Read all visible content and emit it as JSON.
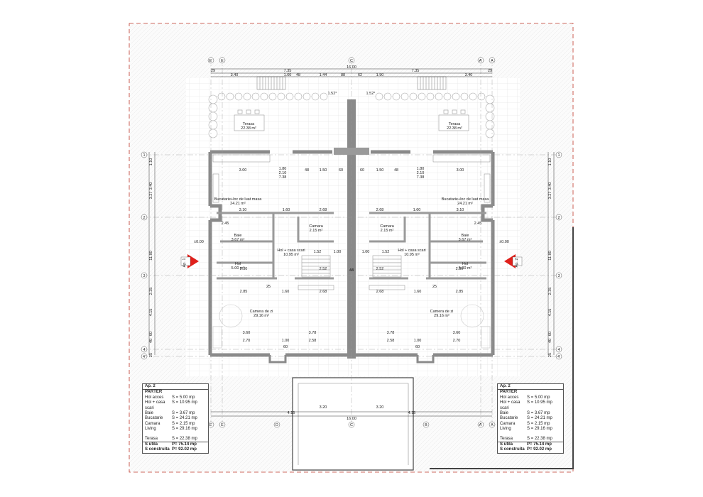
{
  "overall_width_top": "16.00",
  "overall_width_bottom": "16.00",
  "top_dims": [
    "3.40",
    "7.35",
    "1.60",
    "48",
    "1.44",
    "88",
    "62",
    "1.90",
    "7.35",
    "3.40",
    "29",
    "29",
    "1.52°",
    "1.52°"
  ],
  "grid_letters_top": [
    "E'",
    "E",
    "C",
    "A'",
    "A"
  ],
  "grid_letters_bottom": [
    "E'",
    "E",
    "D",
    "C",
    "B",
    "A'",
    "A"
  ],
  "grid_numbers": [
    "1",
    "2",
    "3",
    "4",
    "4'"
  ],
  "rooms_left": [
    {
      "name": "Terasa",
      "area": "22.38 m²"
    },
    {
      "name": "Bucatarie+loc de luat masa",
      "area": "24.21 m²"
    },
    {
      "name": "Camara",
      "area": "2.15 m²"
    },
    {
      "name": "Baie",
      "area": "3.67 m²"
    },
    {
      "name": "Hol + casa scari",
      "area": "10.95 m²"
    },
    {
      "name": "Hol",
      "area": "5.00 m²"
    },
    {
      "name": "Camera de zi",
      "area": "29.16 m²"
    }
  ],
  "rooms_right": [
    {
      "name": "Terasa",
      "area": "22.38 m²"
    },
    {
      "name": "Bucatarie+loc de luat masa",
      "area": "24.21 m²"
    },
    {
      "name": "Camara",
      "area": "2.15 m²"
    },
    {
      "name": "Baie",
      "area": "3.67 m²"
    },
    {
      "name": "Hol + casa scari",
      "area": "10.95 m²"
    },
    {
      "name": "Hol",
      "area": "5.00 m²"
    },
    {
      "name": "Camera de zi",
      "area": "29.16 m²"
    }
  ],
  "interior_dims": [
    "3.00",
    "1.80",
    "2.10",
    "48",
    "1.50",
    "60",
    "7.38",
    "3.10",
    "1.60",
    "2.68",
    "2.45",
    "1.52",
    "1.00",
    "2.30",
    "2.52",
    "44",
    "2.85",
    "1.60",
    "2.68",
    "3.60",
    "3.78",
    "2.70",
    "1.00",
    "2.58",
    "60",
    "25",
    "4.15",
    "3.20"
  ],
  "side_dims": [
    "1.10",
    "3.40",
    "3.27",
    "11.80",
    "4.15",
    "2.35",
    "60",
    "40",
    "25"
  ],
  "elevation_left": "±0.00",
  "elevation_right": "±0.00",
  "section_markers": [
    {
      "label": "Ap. 1"
    },
    {
      "label": "Ap. 2"
    }
  ],
  "area_tables": [
    {
      "apt": "Ap. 2",
      "level": "PARTER",
      "rows": [
        {
          "k": "Hol acces",
          "v": "S = 5.00 mp"
        },
        {
          "k": "Hol + casa scari",
          "v": "S = 10.95 mp"
        },
        {
          "k": "Baie",
          "v": "S = 3.67 mp"
        },
        {
          "k": "Bucatarie",
          "v": "S = 24.21 mp"
        },
        {
          "k": "Camara",
          "v": "S = 2.15 mp"
        },
        {
          "k": "Living",
          "v": "S = 29.16 mp"
        }
      ],
      "terrace": {
        "k": "Terasa",
        "v": "S = 22.38 mp"
      },
      "useful": {
        "k": "S utila",
        "v": "P= 75.14 mp"
      },
      "built": {
        "k": "S construita",
        "v": "P= 92.02 mp"
      }
    },
    {
      "apt": "Ap. 2",
      "level": "PARTER",
      "rows": [
        {
          "k": "Hol acces",
          "v": "S = 5.00 mp"
        },
        {
          "k": "Hol + casa scari",
          "v": "S = 10.95 mp"
        },
        {
          "k": "Baie",
          "v": "S = 3.67 mp"
        },
        {
          "k": "Bucatarie",
          "v": "S = 24.21 mp"
        },
        {
          "k": "Camara",
          "v": "S = 2.15 mp"
        },
        {
          "k": "Living",
          "v": "S = 29.16 mp"
        }
      ],
      "terrace": {
        "k": "Terasa",
        "v": "S = 22.38 mp"
      },
      "useful": {
        "k": "S utila",
        "v": "P= 75.14 mp"
      },
      "built": {
        "k": "S construita",
        "v": "P= 92.02 mp"
      }
    }
  ],
  "colors": {
    "wall": "#8a8a8a",
    "boundary": "#c0392b",
    "marker": "#e0201b",
    "line": "#333333",
    "hatch": "#bdbdbd"
  }
}
